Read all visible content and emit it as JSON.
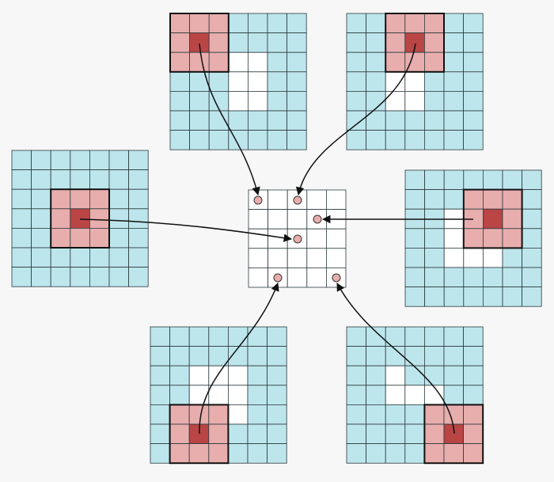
{
  "colors": {
    "background": "#f7f7f7",
    "input_cell": "#bde5ec",
    "empty_cell": "#ffffff",
    "kernel_cell": "#e8adad",
    "kernel_center": "#b94545",
    "grid_line": "#2c3a3e",
    "kernel_border": "#111111",
    "output_dot": "#e8adad",
    "arrow": "#111111"
  },
  "output_grid": {
    "rows": 5,
    "cols": 5,
    "marker_count": 6
  },
  "input_grids": [
    {
      "name": "top-left",
      "rows": 7,
      "cols": 7,
      "window": {
        "row": 0,
        "col": 0,
        "size": 3
      },
      "white_cells": [
        [
          2,
          3
        ],
        [
          2,
          4
        ],
        [
          3,
          3
        ],
        [
          3,
          4
        ],
        [
          4,
          3
        ],
        [
          4,
          4
        ]
      ],
      "target": 0
    },
    {
      "name": "top-right",
      "rows": 7,
      "cols": 7,
      "window": {
        "row": 0,
        "col": 2,
        "size": 3
      },
      "white_cells": [
        [
          2,
          2
        ],
        [
          2,
          3
        ],
        [
          3,
          2
        ],
        [
          3,
          3
        ],
        [
          4,
          2
        ],
        [
          4,
          3
        ]
      ],
      "target": 1
    },
    {
      "name": "middle-left",
      "rows": 7,
      "cols": 7,
      "window": {
        "row": 2,
        "col": 2,
        "size": 3
      },
      "white_cells": [],
      "target": 3
    },
    {
      "name": "middle-right",
      "rows": 7,
      "cols": 7,
      "window": {
        "row": 1,
        "col": 3,
        "size": 3
      },
      "white_cells": [
        [
          2,
          2
        ],
        [
          3,
          2
        ],
        [
          4,
          2
        ],
        [
          4,
          3
        ],
        [
          4,
          4
        ]
      ],
      "target": 2
    },
    {
      "name": "bottom-left",
      "rows": 7,
      "cols": 7,
      "window": {
        "row": 4,
        "col": 1,
        "size": 3
      },
      "white_cells": [
        [
          2,
          2
        ],
        [
          2,
          3
        ],
        [
          2,
          4
        ],
        [
          3,
          2
        ],
        [
          3,
          3
        ],
        [
          3,
          4
        ],
        [
          4,
          4
        ]
      ],
      "target": 4
    },
    {
      "name": "bottom-right",
      "rows": 7,
      "cols": 7,
      "window": {
        "row": 4,
        "col": 4,
        "size": 3
      },
      "white_cells": [
        [
          2,
          2
        ],
        [
          3,
          2
        ],
        [
          3,
          3
        ],
        [
          3,
          4
        ]
      ],
      "target": 5
    }
  ]
}
